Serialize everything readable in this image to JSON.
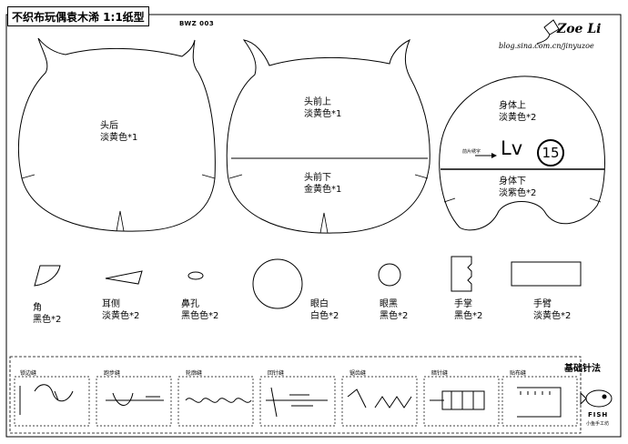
{
  "header": {
    "title": "不织布玩偶袁木浠 1:1纸型",
    "code": "BWZ 003",
    "brand": "Zoe Li",
    "blog": "blog.sina.com.cn/jinyuzoe"
  },
  "pieces": {
    "head_back": {
      "name": "头后",
      "color": "淡黄色*1"
    },
    "head_front_top": {
      "name": "头前上",
      "color": "淡黄色*1"
    },
    "head_front_bottom": {
      "name": "头前下",
      "color": "金黄色*1"
    },
    "body_top": {
      "name": "身体上",
      "color": "淡黄色*2"
    },
    "body_bottom": {
      "name": "身体下",
      "color": "淡紫色*2"
    },
    "horn": {
      "name": "角",
      "color": "黑色*2"
    },
    "ear_side": {
      "name": "耳侧",
      "color": "淡黄色*2"
    },
    "nostril": {
      "name": "鼻孔",
      "color": "黑色色*2"
    },
    "eye_white": {
      "name": "眼白",
      "color": "白色*2"
    },
    "eye_black": {
      "name": "眼黑",
      "color": "黑色*2"
    },
    "palm": {
      "name": "手掌",
      "color": "黑色*2"
    },
    "arm": {
      "name": "手臂",
      "color": "淡黄色*2"
    }
  },
  "level": {
    "note": "前片绣字",
    "text": "Lv",
    "number": "15"
  },
  "stitches": {
    "section_title": "基础针法",
    "items": [
      "锁边缝",
      "跑步缝",
      "轮廓缝",
      "回针缝",
      "锯齿缝",
      "暗针缝",
      "贴布缝"
    ]
  },
  "footer": {
    "logo": "FISH",
    "sub": "小鱼手工坊"
  }
}
